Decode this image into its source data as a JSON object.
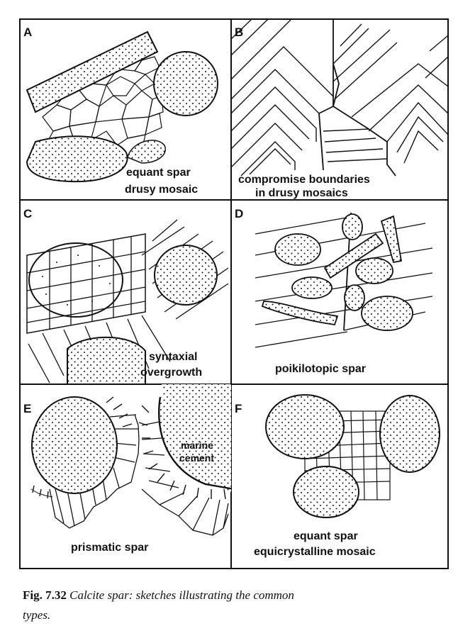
{
  "panels": [
    {
      "letter": "A",
      "caption": [
        "equant spar",
        "drusy mosaic"
      ]
    },
    {
      "letter": "B",
      "caption": [
        "compromise boundaries",
        "in drusy mosaics"
      ]
    },
    {
      "letter": "C",
      "caption": [
        "syntaxial",
        "overgrowth"
      ]
    },
    {
      "letter": "D",
      "caption": [
        "poikilotopic spar"
      ]
    },
    {
      "letter": "E",
      "caption": [
        "prismatic spar"
      ],
      "annotation": [
        "marine",
        "cement"
      ]
    },
    {
      "letter": "F",
      "caption": [
        "equant spar",
        "equicrystalline mosaic"
      ]
    }
  ],
  "figure": {
    "number": "Fig. 7.32",
    "caption": "Calcite spar: sketches illustrating the common",
    "caption_cont": "types."
  }
}
